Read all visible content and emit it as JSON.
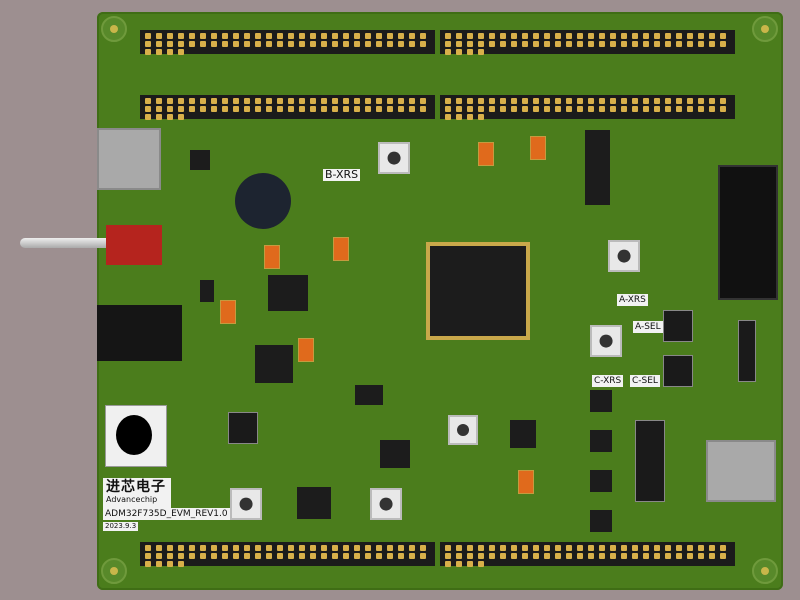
{
  "board": {
    "logo_text": "进芯电子",
    "logo_subtext": "Advancechip",
    "board_name": "ADM32F735D_EVM_REV1.0",
    "date": "2023.9.3",
    "labels": {
      "b_xrs": "B-XRS",
      "a_xrs": "A-XRS",
      "c_xrs": "C-XRS",
      "a_sel": "A-SEL",
      "c_sel": "C-SEL"
    },
    "colors": {
      "background": "#9d8f90",
      "pcb": "#4b7d1c",
      "chip": "#1c1c1c",
      "silkscreen": "#f2f2f2"
    }
  }
}
